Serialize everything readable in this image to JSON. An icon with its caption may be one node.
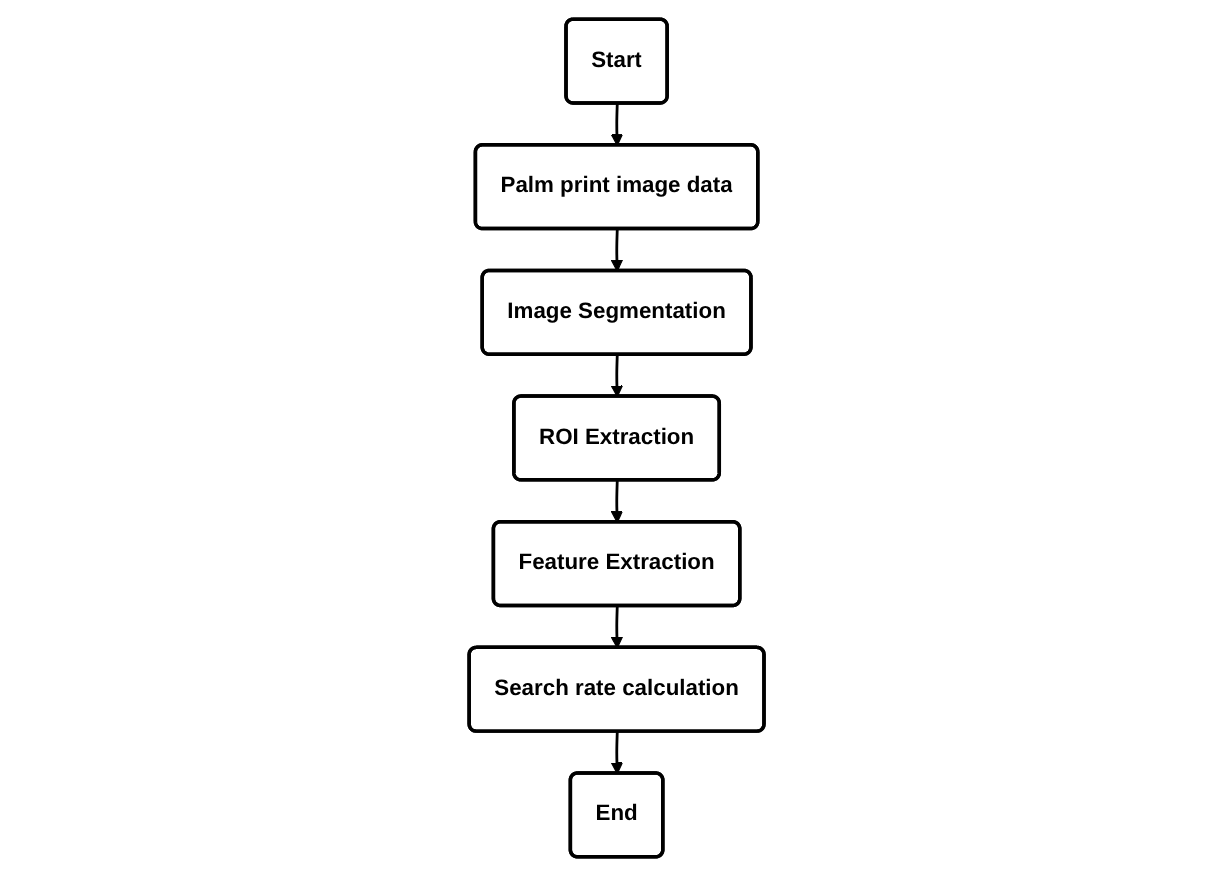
{
  "diagram": {
    "nodes": [
      {
        "text": [
          "Start"
        ]
      },
      {
        "text": [
          "Palm print image data"
        ]
      },
      {
        "text": [
          "Image Segmentation"
        ]
      },
      {
        "text": [
          "ROI Extraction"
        ]
      },
      {
        "text": [
          "Feature Extraction"
        ]
      },
      {
        "text": [
          "Search rate calculation"
        ]
      },
      {
        "text": [
          "End"
        ]
      }
    ],
    "edges": [
      {
        "from": 0,
        "to": 1,
        "arrow": "to"
      },
      {
        "from": 1,
        "to": 2,
        "arrow": "to"
      },
      {
        "from": 2,
        "to": 3,
        "arrow": "to"
      },
      {
        "from": 3,
        "to": 4,
        "arrow": "to"
      },
      {
        "from": 4,
        "to": 5,
        "arrow": "to"
      },
      {
        "from": 5,
        "to": 6,
        "arrow": "to"
      }
    ]
  }
}
